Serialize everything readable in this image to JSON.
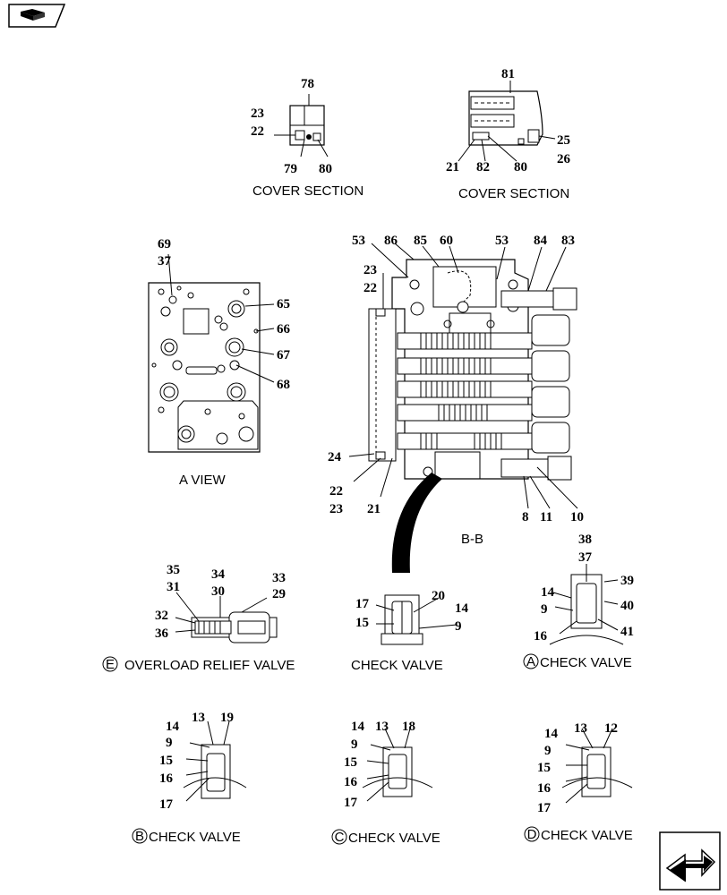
{
  "captions": {
    "cover_section_left": "COVER SECTION",
    "cover_section_right": "COVER SECTION",
    "a_view": "A VIEW",
    "bb": "B-B",
    "overload_relief_valve": "OVERLOAD RELIEF VALVE",
    "check_valve_plain": "CHECK VALVE",
    "check_valve_a": "CHECK VALVE",
    "check_valve_b": "CHECK VALVE",
    "check_valve_c": "CHECK VALVE",
    "check_valve_d": "CHECK VALVE"
  },
  "markers": {
    "e": "E",
    "a": "A",
    "b": "B",
    "c": "C",
    "d": "D"
  },
  "callouts": {
    "cs1": [
      "78",
      "23",
      "22",
      "79",
      "80"
    ],
    "cs2": [
      "81",
      "25",
      "26",
      "21",
      "82",
      "80"
    ],
    "av": [
      "69",
      "37",
      "65",
      "66",
      "67",
      "68"
    ],
    "bb": [
      "53",
      "86",
      "85",
      "60",
      "53",
      "84",
      "83",
      "23",
      "22",
      "24",
      "22",
      "23",
      "21",
      "8",
      "11",
      "10"
    ],
    "orv": [
      "35",
      "31",
      "34",
      "30",
      "33",
      "29",
      "32",
      "36"
    ],
    "cv": [
      "17",
      "20",
      "14",
      "15",
      "9"
    ],
    "cva": [
      "38",
      "37",
      "14",
      "39",
      "9",
      "40",
      "16",
      "41"
    ],
    "cvb": [
      "14",
      "13",
      "19",
      "9",
      "15",
      "16",
      "17"
    ],
    "cvc": [
      "14",
      "13",
      "18",
      "9",
      "15",
      "16",
      "17"
    ],
    "cvd": [
      "14",
      "13",
      "12",
      "9",
      "15",
      "16",
      "17"
    ]
  },
  "icons": {
    "top_left": "book-icon",
    "bottom_right": "next-page-arrow-icon"
  }
}
